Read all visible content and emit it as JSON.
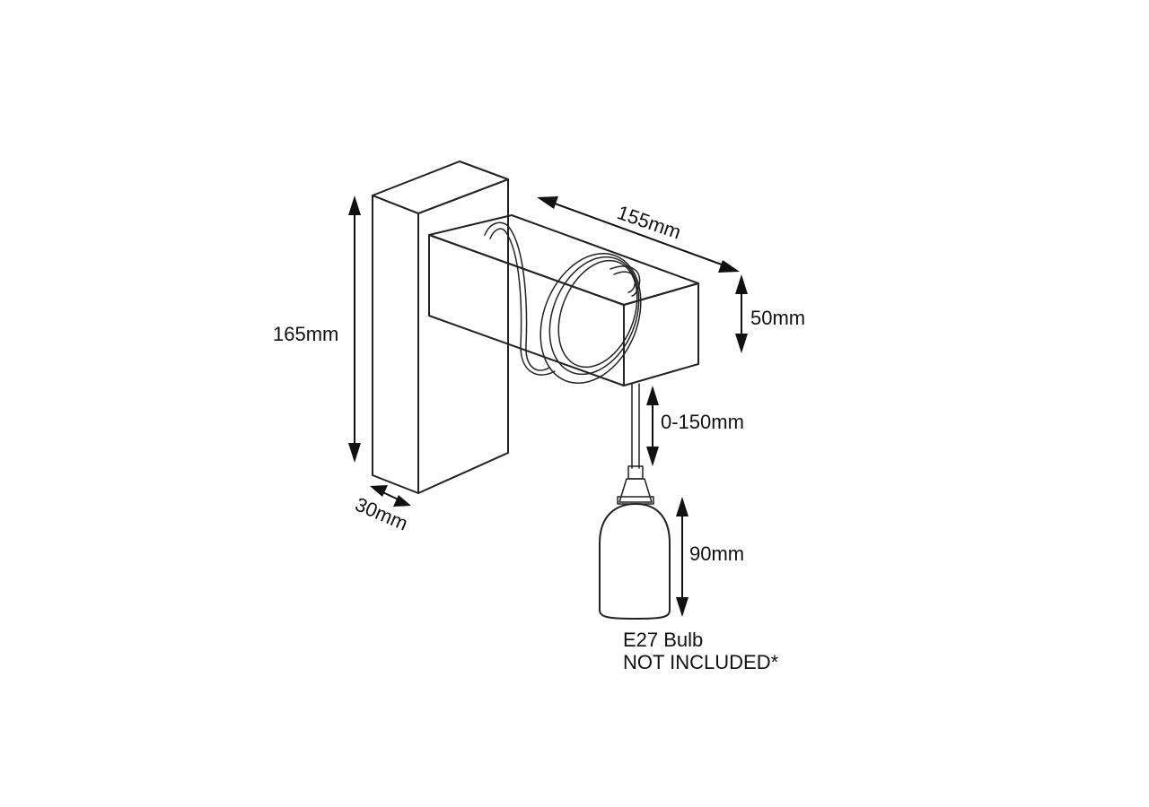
{
  "dimensions": {
    "height_total": "165mm",
    "depth_backplate": "30mm",
    "arm_length": "155mm",
    "arm_height": "50mm",
    "cable_drop": "0-150mm",
    "holder_height": "90mm"
  },
  "note": {
    "line1": "E27 Bulb",
    "line2": "NOT INCLUDED*"
  },
  "colors": {
    "line": "#222222",
    "background": "#ffffff"
  }
}
